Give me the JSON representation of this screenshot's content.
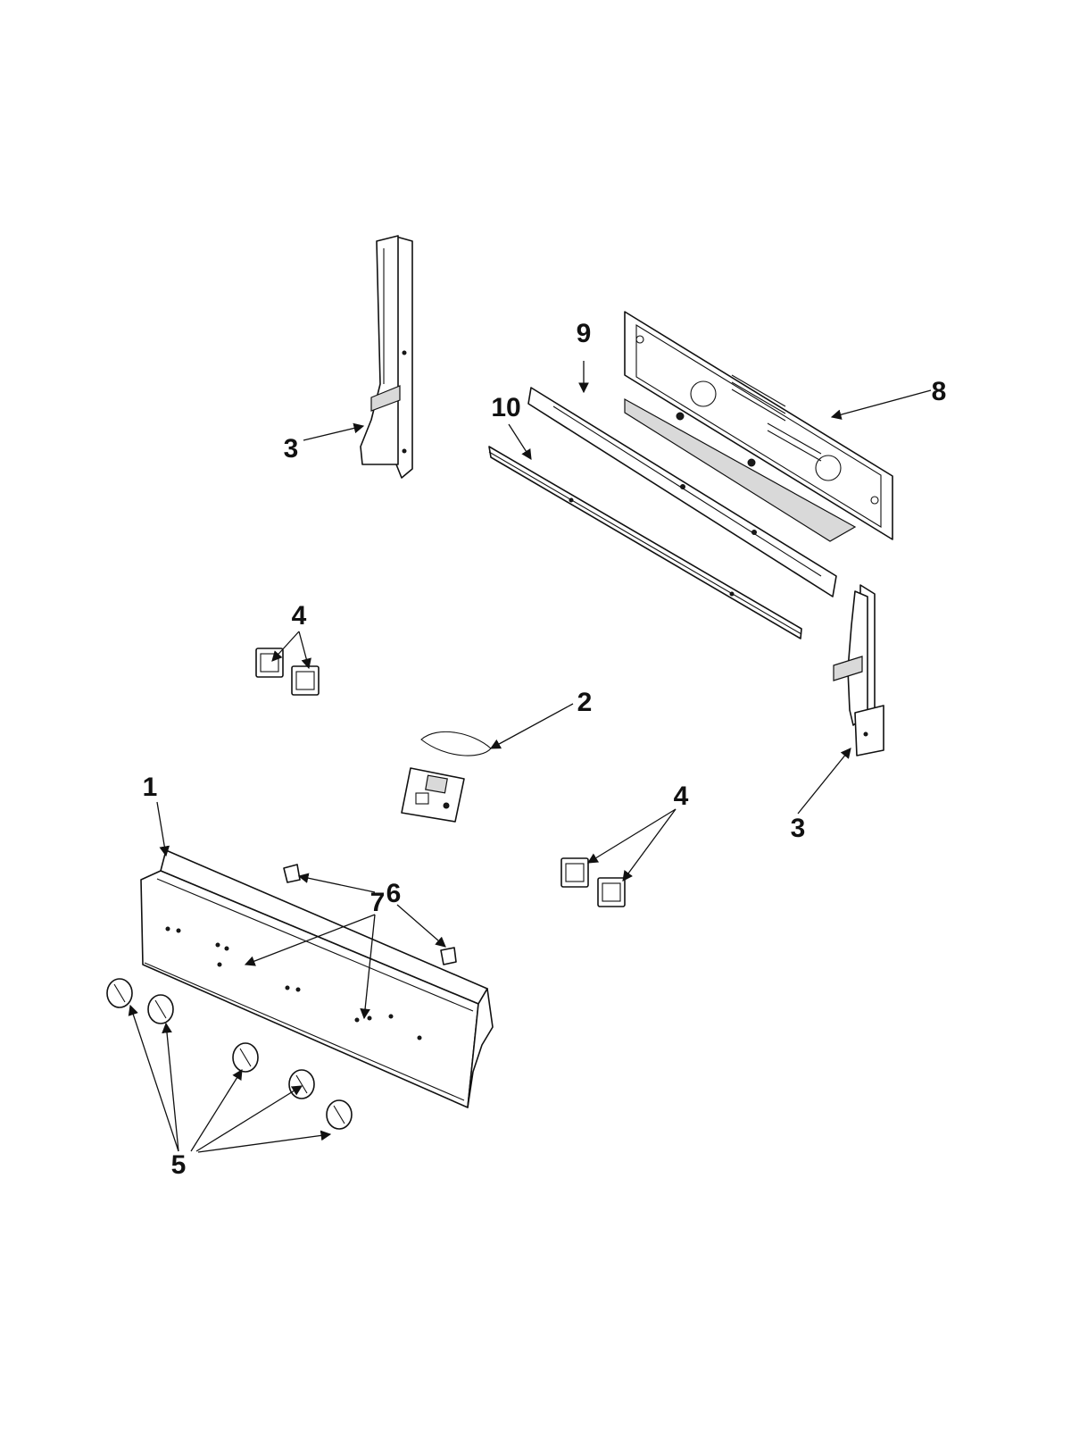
{
  "callouts": {
    "c1": "1",
    "c2": "2",
    "c3a": "3",
    "c3b": "3",
    "c4a": "4",
    "c4b": "4",
    "c5": "5",
    "c6": "6",
    "c7": "7",
    "c8": "8",
    "c9": "9",
    "c10": "10"
  }
}
